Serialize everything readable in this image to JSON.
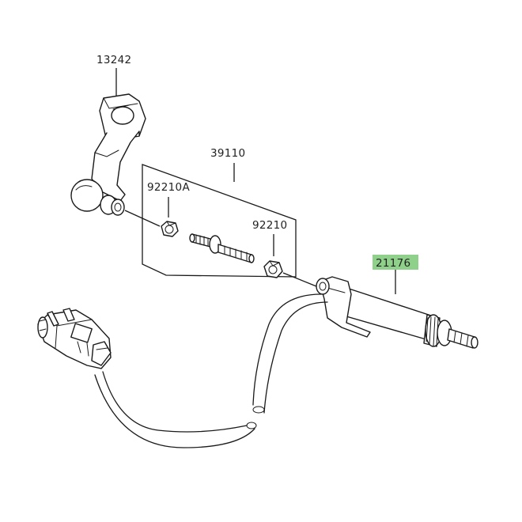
{
  "diagram": {
    "labels": [
      {
        "id": "p13242",
        "text": "13242"
      },
      {
        "id": "p39110",
        "text": "39110"
      },
      {
        "id": "p92210a",
        "text": "92210A"
      },
      {
        "id": "p92210",
        "text": "92210"
      },
      {
        "id": "p21176",
        "text": "21176"
      }
    ],
    "highlight_color": "#8fd18a"
  }
}
